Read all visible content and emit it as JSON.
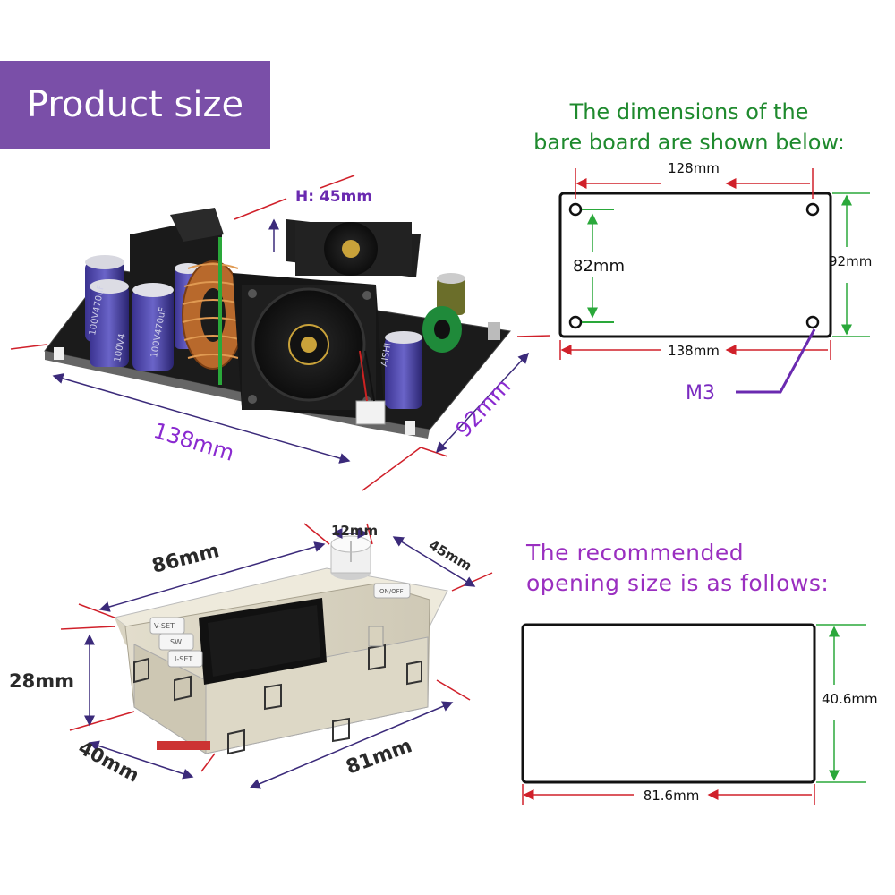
{
  "title": "Product size",
  "top_photo": {
    "height": "H: 45mm",
    "length": "138mm",
    "width": "92mm",
    "cap_text_a": "100V470uF",
    "cap_text_b": "100V4",
    "cap_text_c": "AISHI"
  },
  "bare_board": {
    "heading_line1": "The dimensions of the",
    "heading_line2": "bare board are shown below:",
    "hole_spacing_x": "128mm",
    "hole_spacing_y": "82mm",
    "height": "92mm",
    "width": "138mm",
    "screw": "M3"
  },
  "front_panel": {
    "width": "86mm",
    "knob": "12mm",
    "depth_top": "45mm",
    "height": "28mm",
    "depth": "40mm",
    "length": "81mm",
    "btn1": "V-SET",
    "btn2": "SW",
    "btn3": "I-SET",
    "btn4": "ON/OFF"
  },
  "opening": {
    "heading_line1": "The recommended",
    "heading_line2": "opening size is as follows:",
    "height": "40.6mm",
    "width": "81.6mm"
  },
  "colors": {
    "banner": "#7a4fa8",
    "green_text": "#1f8a2e",
    "purple_text": "#9a2fc0",
    "dim_line": "#d0202a",
    "guide_green": "#2aa83a"
  }
}
